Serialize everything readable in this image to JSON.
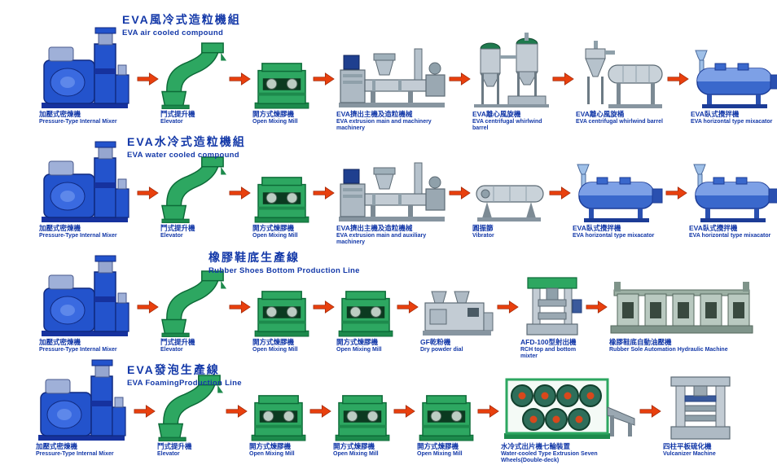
{
  "colors": {
    "label_blue": "#1338a8",
    "arrow_red": "#e8400e",
    "machine_blue": "#2353cc",
    "machine_green": "#2da761",
    "machine_gray": "#c3ccd4"
  },
  "rows": [
    {
      "title_zh": "EVA風冷式造粒機組",
      "title_en": "EVA air cooled compound",
      "machines": [
        {
          "type": "internal-mixer",
          "zh": "加壓式密煉機",
          "en": "Pressure-Type Internal Mixer"
        },
        {
          "type": "elevator",
          "zh": "鬥式提升機",
          "en": "Elevator"
        },
        {
          "type": "mill",
          "zh": "開方式煉膠機",
          "en": "Open Mixing Mill"
        },
        {
          "type": "extruder",
          "zh": "EVA擠出主機及造粒機械",
          "en": "EVA extrusion main and machinery machinery"
        },
        {
          "type": "cyclone",
          "zh": "EVA離心風旋機",
          "en": "EVA centrifugal whirlwind barrel"
        },
        {
          "type": "cyclone-barrel",
          "zh": "EVA離心風旋桶",
          "en": "EVA centrifugal whirlwind barrel"
        },
        {
          "type": "horizontal-mixer",
          "zh": "EVA臥式攪拌機",
          "en": "EVA horizontal type mixacator"
        }
      ]
    },
    {
      "title_zh": "EVA水冷式造粒機組",
      "title_en": "EVA water cooled compound",
      "machines": [
        {
          "type": "internal-mixer",
          "zh": "加壓式密煉機",
          "en": "Pressure-Type Internal Mixer"
        },
        {
          "type": "elevator",
          "zh": "鬥式提升機",
          "en": "Elevator"
        },
        {
          "type": "mill",
          "zh": "開方式煉膠機",
          "en": "Open Mixing Mill"
        },
        {
          "type": "extruder",
          "zh": "EVA擠出主機及造粒機械",
          "en": "EVA extrusion main and auxiliary machinery"
        },
        {
          "type": "vibrator",
          "zh": "圓振篩",
          "en": "Vibrator"
        },
        {
          "type": "horizontal-mixer",
          "zh": "EVA臥式攪拌機",
          "en": "EVA horizontal type mixacator"
        },
        {
          "type": "horizontal-mixer",
          "zh": "EVA臥式攪拌機",
          "en": "EVA horizontal type mixacator"
        }
      ]
    },
    {
      "title_zh": "橡膠鞋底生產線",
      "title_en": "Rubber Shoes Bottom Production Line",
      "machines": [
        {
          "type": "internal-mixer",
          "zh": "加壓式密煉機",
          "en": "Pressure-Type Internal Mixer"
        },
        {
          "type": "elevator",
          "zh": "鬥式提升機",
          "en": "Elevator"
        },
        {
          "type": "mill",
          "zh": "開方式煉膠機",
          "en": "Open Mixing Mill"
        },
        {
          "type": "mill",
          "zh": "開方式煉膠機",
          "en": "Open Mixing Mill"
        },
        {
          "type": "powder",
          "zh": "GF乾粉機",
          "en": "Dry powder dial"
        },
        {
          "type": "press",
          "zh": "AFD-100型射出機",
          "en": "RCH top and bottom mixter"
        },
        {
          "type": "hydraulic",
          "zh": "橡膠鞋底自動油壓機",
          "en": "Rubber Sole Automation Hydraulic Machine"
        }
      ]
    },
    {
      "title_zh": "EVA發泡生產線",
      "title_en": "EVA FoamingProduction Line",
      "machines": [
        {
          "type": "internal-mixer",
          "zh": "加壓式密煉機",
          "en": "Pressure-Type Internal Mixer"
        },
        {
          "type": "elevator",
          "zh": "鬥式提升機",
          "en": "Elevator"
        },
        {
          "type": "mill",
          "zh": "開方式煉膠機",
          "en": "Open Mixing Mill"
        },
        {
          "type": "mill",
          "zh": "開方式煉膠機",
          "en": "Open Mixing Mill"
        },
        {
          "type": "mill",
          "zh": "開方式煉膠機",
          "en": "Open Mixing Mill"
        },
        {
          "type": "seven-wheels",
          "zh": "水冷式出片機七輪裝置",
          "en": "Water-cooled Type Extrusion Seven Wheels(Double-deck)"
        },
        {
          "type": "vulcanizer",
          "zh": "四柱平板硫化機",
          "en": "Vulcanizer Machine"
        }
      ]
    }
  ]
}
